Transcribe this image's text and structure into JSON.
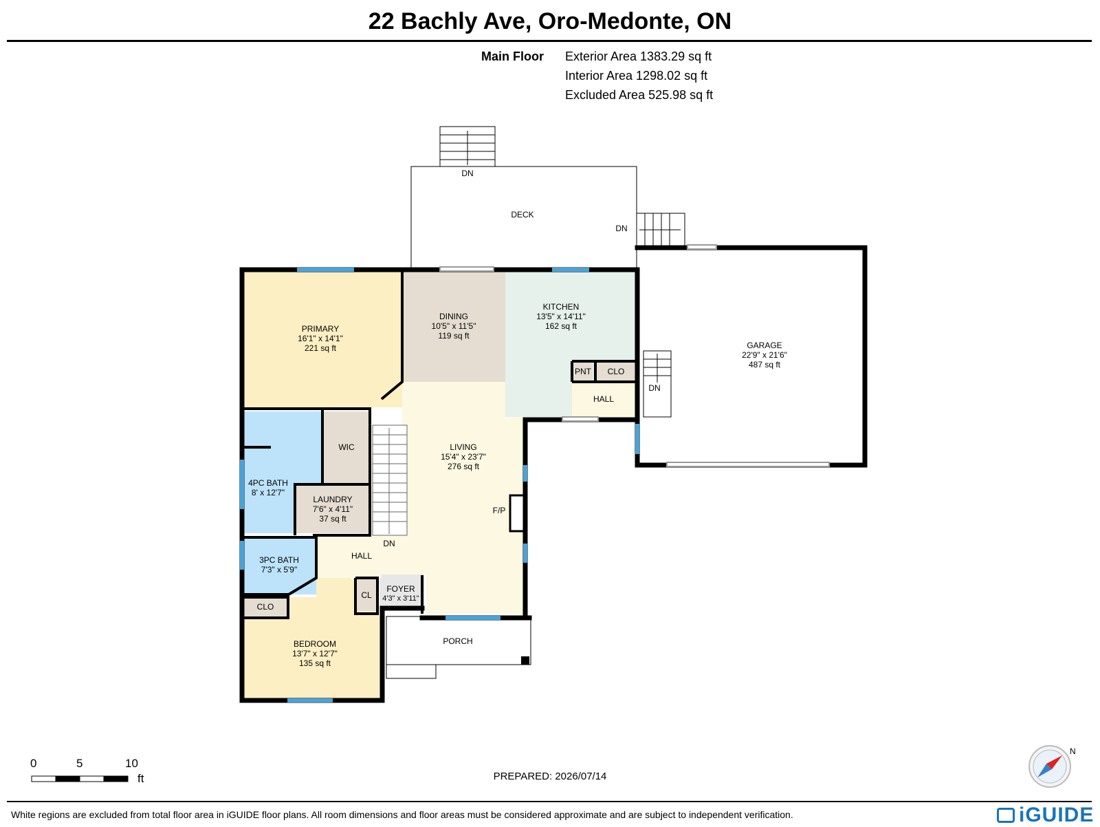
{
  "title": "22 Bachly Ave, Oro-Medonte, ON",
  "floor": {
    "name": "Main Floor",
    "exterior_area": "Exterior Area 1383.29 sq ft",
    "interior_area": "Interior Area 1298.02 sq ft",
    "excluded_area": "Excluded Area 525.98 sq ft"
  },
  "rooms": {
    "primary": {
      "name": "PRIMARY",
      "dims": "16'1\" x 14'1\"",
      "area": "221 sq ft"
    },
    "dining": {
      "name": "DINING",
      "dims": "10'5\" x 11'5\"",
      "area": "119 sq ft"
    },
    "kitchen": {
      "name": "KITCHEN",
      "dims": "13'5\" x 14'11\"",
      "area": "162 sq ft"
    },
    "garage": {
      "name": "GARAGE",
      "dims": "22'9\" x 21'6\"",
      "area": "487 sq ft"
    },
    "living": {
      "name": "LIVING",
      "dims": "15'4\" x 23'7\"",
      "area": "276 sq ft"
    },
    "bath4": {
      "name": "4PC BATH",
      "dims": "8' x 12'7\""
    },
    "laundry": {
      "name": "LAUNDRY",
      "dims": "7'6\" x 4'11\"",
      "area": "37 sq ft"
    },
    "bath3": {
      "name": "3PC BATH",
      "dims": "7'3\" x 5'9\""
    },
    "foyer": {
      "name": "FOYER",
      "dims": "4'3\" x 3'11\""
    },
    "bedroom": {
      "name": "BEDROOM",
      "dims": "13'7\" x 12'7\"",
      "area": "135 sq ft"
    }
  },
  "labels": {
    "deck": "DECK",
    "dn": "DN",
    "wic": "WIC",
    "pnt": "PNT",
    "clo": "CLO",
    "cl": "CL",
    "hall": "HALL",
    "fp": "F/P",
    "porch": "PORCH"
  },
  "scale": {
    "zero": "0",
    "five": "5",
    "ten": "10",
    "unit": "ft"
  },
  "prepared": "PREPARED: 2026/07/14",
  "compass": "N",
  "disclaimer": "White regions are excluded from total floor area in iGUIDE floor plans. All room dimensions and floor areas must be considered approximate and are subject to independent verification.",
  "brand": "iGUIDE",
  "colors": {
    "primary": "#fdefc4",
    "dining": "#e5ddd1",
    "kitchen": "#e5f1ea",
    "living": "#fdf8e2",
    "bath": "#bde3fa",
    "utility": "#e5ddd1",
    "bedroom": "#fdefc4",
    "window": "#4aa3d8",
    "brand": "#1a73b8"
  }
}
